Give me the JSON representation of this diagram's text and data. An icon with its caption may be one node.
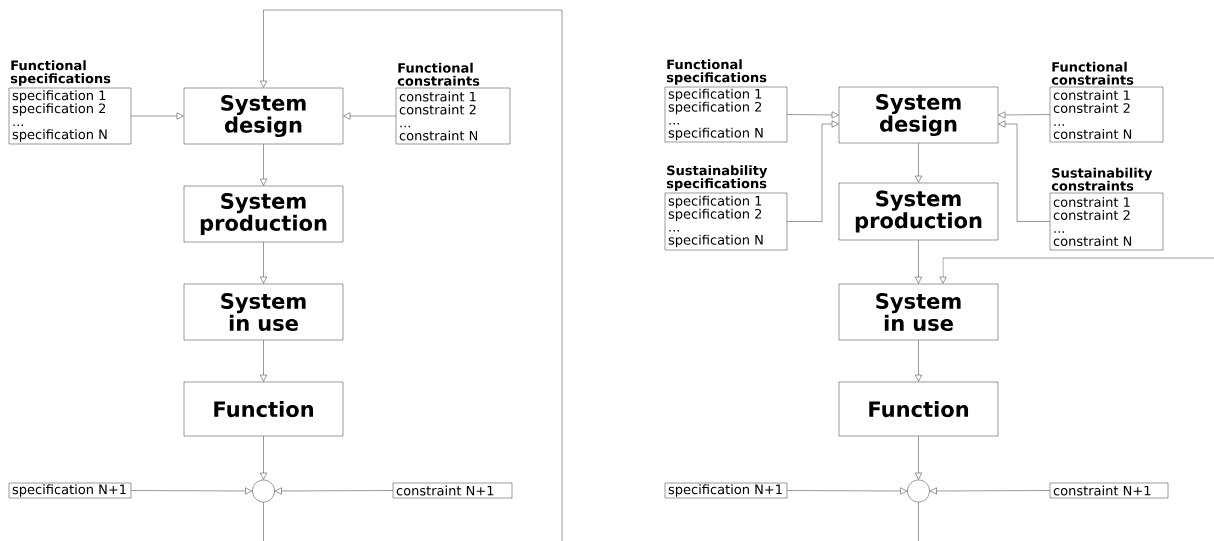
{
  "diagram": {
    "nodes": [
      {
        "text": [
          "Functional specifications",
          "specification 1 specification 2 ... specification N"
        ]
      },
      {
        "text": [
          "System design"
        ]
      },
      {
        "text": [
          "Functional constraints",
          "constraint 1 constraint 2 ... constraint N"
        ]
      },
      {
        "text": [
          "System production"
        ]
      },
      {
        "text": [
          "System in use"
        ]
      },
      {
        "text": [
          "Function"
        ]
      },
      {
        "text": [
          "specification N+1"
        ]
      },
      {
        "text": [],
        "shape": "circle"
      },
      {
        "text": [
          "constraint N+1"
        ]
      },
      {
        "text": [
          "Functional specifications",
          "specification 1 specification 2 ... specification N"
        ]
      },
      {
        "text": [
          "System design"
        ]
      },
      {
        "text": [
          "Functional constraints",
          "constraint 1 constraint 2 ... constraint N"
        ]
      },
      {
        "text": [
          "Sustainability specifications",
          "specification 1 specification 2 ... specification N"
        ]
      },
      {
        "text": [
          "System production"
        ]
      },
      {
        "text": [
          "Sustainability constraints",
          "constraint 1 constraint 2 ... constraint N"
        ]
      },
      {
        "text": [
          "System in use"
        ]
      },
      {
        "text": [
          "Function"
        ]
      },
      {
        "text": [
          "specification N+1"
        ]
      },
      {
        "text": [],
        "shape": "circle"
      },
      {
        "text": [
          "constraint N+1"
        ]
      }
    ],
    "edges": [
      {
        "from": 0,
        "to": 1,
        "arrow": "to"
      },
      {
        "from": 2,
        "to": 1,
        "arrow": "to"
      },
      {
        "from": 1,
        "to": 3,
        "arrow": "to"
      },
      {
        "from": 3,
        "to": 4,
        "arrow": "to"
      },
      {
        "from": 4,
        "to": 5,
        "arrow": "to"
      },
      {
        "from": 5,
        "to": 7,
        "arrow": "to"
      },
      {
        "from": 6,
        "to": 7,
        "arrow": "to"
      },
      {
        "from": 8,
        "to": 7,
        "arrow": "to"
      },
      {
        "from": 7,
        "to": null,
        "arrow": "none"
      },
      {
        "from": null,
        "to": 1,
        "arrow": "to"
      },
      {
        "from": 9,
        "to": 10,
        "arrow": "to"
      },
      {
        "from": 12,
        "to": 10,
        "arrow": "to"
      },
      {
        "from": 11,
        "to": 10,
        "arrow": "to"
      },
      {
        "from": 14,
        "to": 10,
        "arrow": "to"
      },
      {
        "from": 10,
        "to": 13,
        "arrow": "to"
      },
      {
        "from": 13,
        "to": 15,
        "arrow": "to"
      },
      {
        "from": 15,
        "to": 16,
        "arrow": "to"
      },
      {
        "from": 16,
        "to": 18,
        "arrow": "to"
      },
      {
        "from": 17,
        "to": 18,
        "arrow": "to"
      },
      {
        "from": 19,
        "to": 18,
        "arrow": "to"
      },
      {
        "from": 18,
        "to": null,
        "arrow": "none"
      },
      {
        "from": null,
        "to": 15,
        "arrow": "to"
      }
    ]
  }
}
